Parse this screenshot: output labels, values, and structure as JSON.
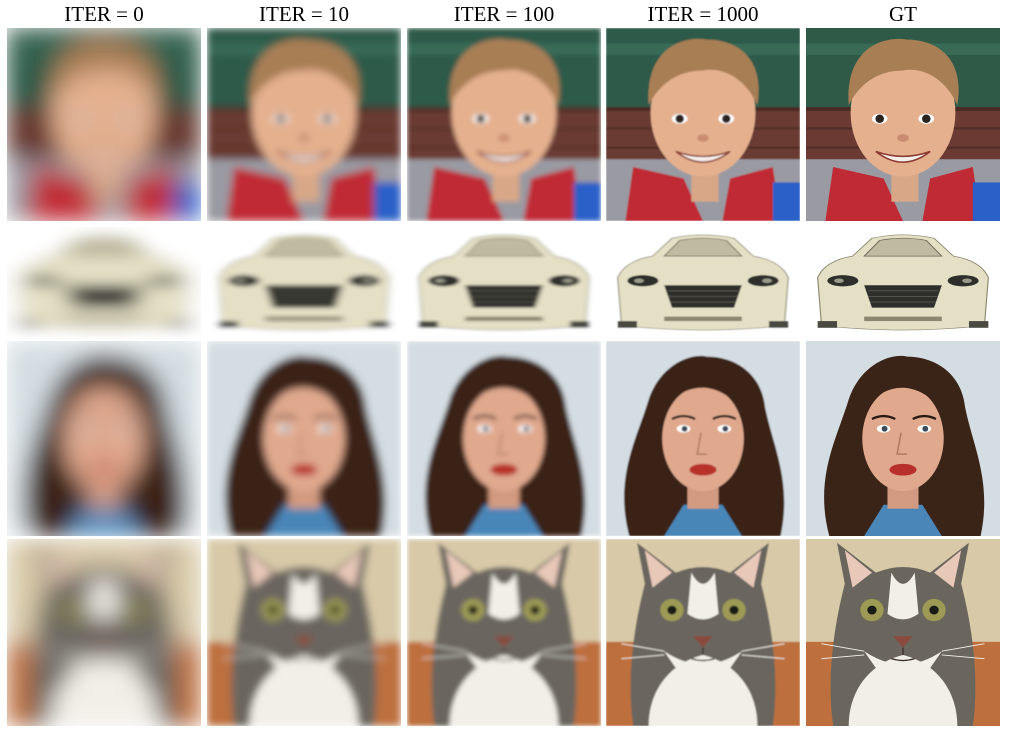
{
  "columns": [
    {
      "label": "ITER = 0"
    },
    {
      "label": "ITER = 10"
    },
    {
      "label": "ITER = 100"
    },
    {
      "label": "ITER = 1000"
    },
    {
      "label": "GT"
    }
  ],
  "rows": [
    {
      "subject": "boy"
    },
    {
      "subject": "car"
    },
    {
      "subject": "woman"
    },
    {
      "subject": "cat"
    }
  ],
  "blur_levels": [
    6,
    2,
    1.2,
    0.4,
    0
  ],
  "colors": {
    "boy_bg_green": "#2f5a48",
    "boy_bg_brick": "#6b3a32",
    "boy_skin": "#e4b08e",
    "boy_hair": "#a87e55",
    "boy_shirt_red": "#c02a34",
    "boy_shirt_gray": "#9a9aa2",
    "boy_blue": "#2a60c8",
    "car_bg": "#ffffff",
    "car_body": "#e4e0c6",
    "car_dark": "#2e2e2a",
    "woman_bg": "#d4dde2",
    "woman_hair": "#3a2418",
    "woman_skin": "#e0a98e",
    "woman_lips": "#b8302c",
    "woman_blue": "#4a86b8",
    "cat_bg": "#d8c9a8",
    "cat_gray": "#6a665e",
    "cat_white": "#f2efe8",
    "cat_eye": "#9c9a54",
    "cat_nose": "#8a4a3e",
    "cat_chair": "#b8602a"
  }
}
